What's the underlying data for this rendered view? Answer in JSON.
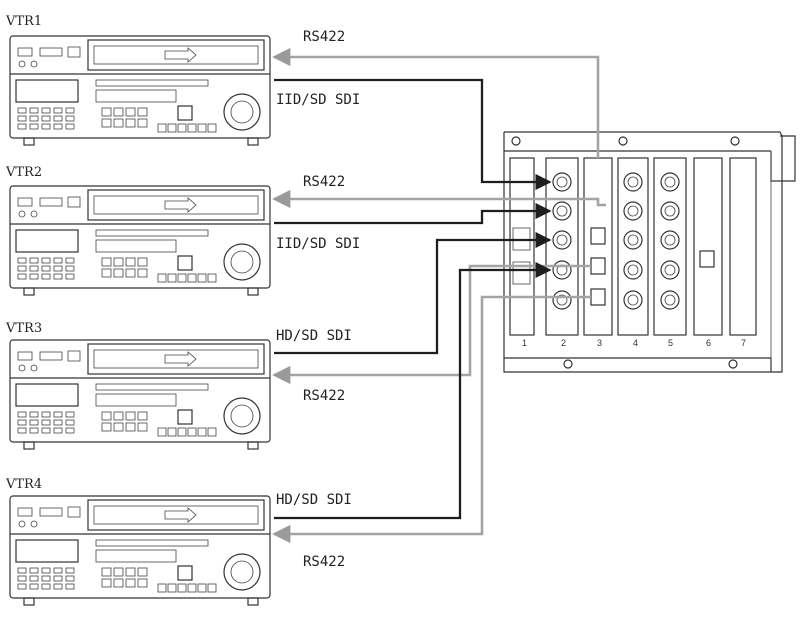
{
  "vtrs": [
    {
      "title": "VTR1",
      "link_top": "RS422",
      "link_bottom": "IID/SD SDI"
    },
    {
      "title": "VTR2",
      "link_top": "RS422",
      "link_bottom": "IID/SD SDI"
    },
    {
      "title": "VTR3",
      "link_top": "HD/SD SDI",
      "link_bottom": "RS422"
    },
    {
      "title": "VTR4",
      "link_top": "HD/SD SDI",
      "link_bottom": "RS422"
    }
  ],
  "frame": {
    "slot_numbers": [
      "1",
      "2",
      "3",
      "4",
      "5",
      "6",
      "7"
    ]
  },
  "colors": {
    "sdi_cable": "#1e1e1e",
    "rs422_cable": "#a4a4a4",
    "device_outline": "#333333"
  }
}
